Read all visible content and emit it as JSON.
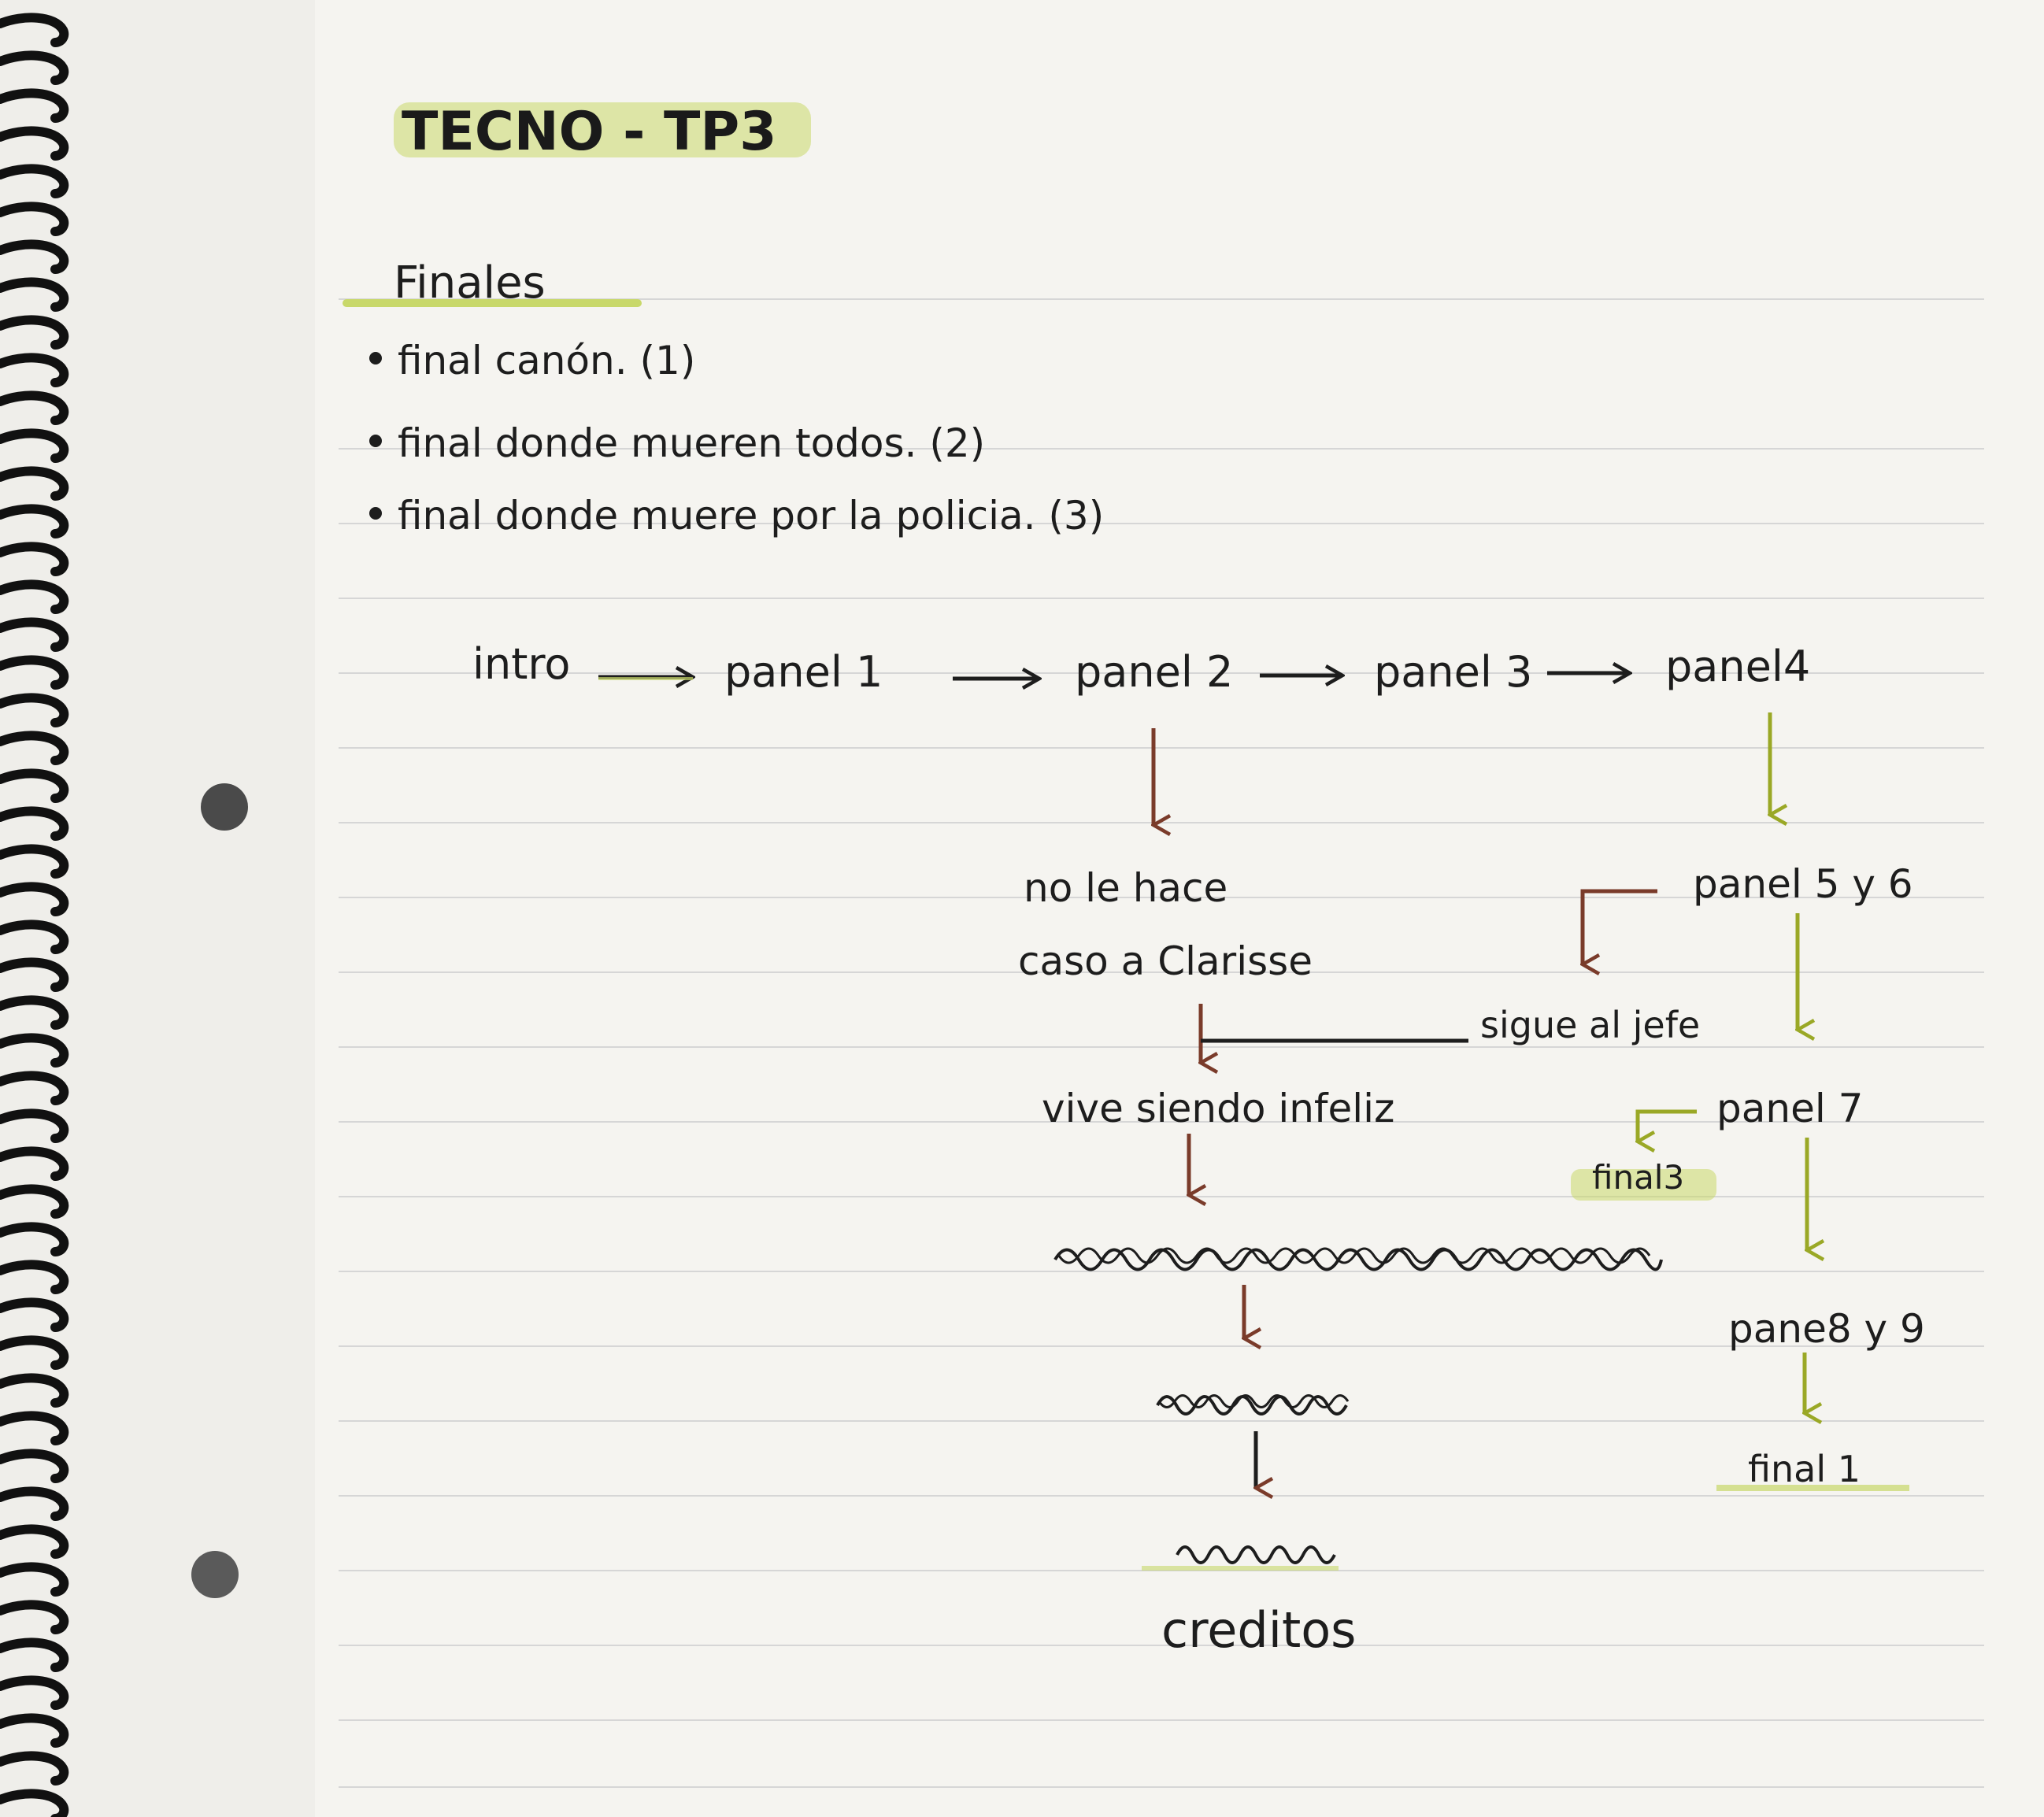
{
  "title": {
    "text": "TECNO - TP3",
    "highlight_color": "#c8d86a"
  },
  "endings": {
    "heading": "Finales",
    "items": [
      "final canón. (1)",
      "final donde mueren todos. (2)",
      "final donde muere por la policia. (3)"
    ]
  },
  "flow": {
    "main_row": [
      "intro",
      "panel 1",
      "panel 2",
      "panel 3",
      "panel4"
    ],
    "left_branch": {
      "step1_line1": "no le hace",
      "step1_line2": "caso a Clarisse",
      "step2": "vive siendo infeliz",
      "final": "creditos"
    },
    "right_branch": {
      "step1": "panel 5 y 6",
      "choice": "sigue al jefe",
      "step2": "panel 7",
      "side_final": "final3",
      "step3": "pane8 y 9",
      "final": "final 1"
    }
  },
  "colors": {
    "ink": "#1d1d1d",
    "red_arrow": "#7a3b2a",
    "green_arrow": "#9aa826",
    "highlight": "#c8d86a",
    "paper": "#f5f4f0",
    "rule_line": "#d6d6d6",
    "spiral": "#111111"
  }
}
